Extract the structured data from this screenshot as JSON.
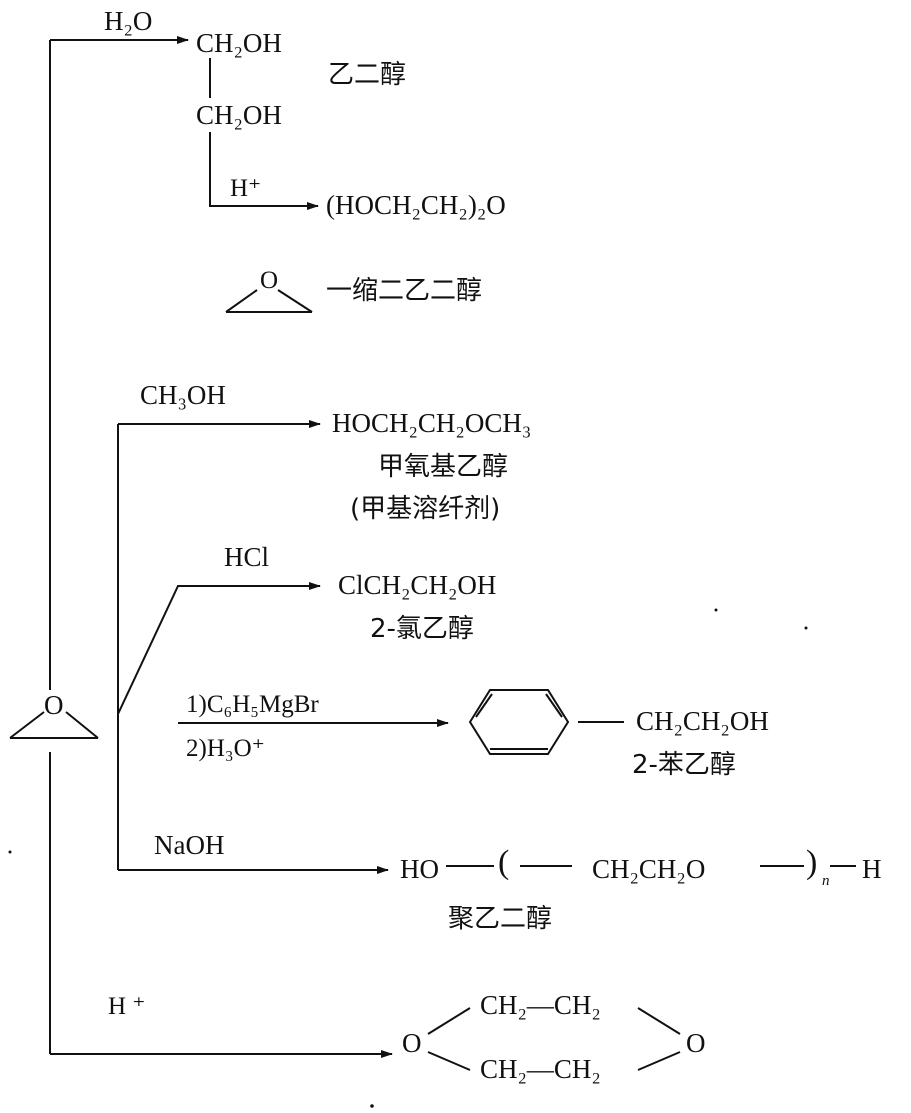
{
  "reagents": {
    "water": "H₂O",
    "h_plus_1": "H⁺",
    "methanol": "CH₃OH",
    "hcl": "HCl",
    "grignard_1": "1)C₆H₅MgBr",
    "grignard_2": "2)H₃O⁺",
    "naoh": "NaOH",
    "h_plus_2": "H ⁺"
  },
  "products": {
    "glycol_top": "CH₂OH",
    "glycol_bottom": "CH₂OH",
    "glycol_name": "乙二醇",
    "diglycol_formula": "(HOCH₂CH₂)₂O",
    "epoxide_o_small": "O",
    "diglycol_name": "一缩二乙二醇",
    "methoxy_formula": "HOCH₂CH₂OCH₃",
    "methoxy_name": "甲氧基乙醇",
    "methoxy_alt": "(甲基溶纤剂)",
    "chloro_formula": "ClCH₂CH₂OH",
    "chloro_name": "2-氯乙醇",
    "phenyl_chain": "CH₂CH₂OH",
    "phenyl_name": "2-苯乙醇",
    "peg_ho": "HO",
    "peg_paren_open": "(",
    "peg_unit": "CH₂CH₂O",
    "peg_paren_close": ")",
    "peg_n": "n",
    "peg_h": "H",
    "peg_name": "聚乙二醇",
    "dioxane_top": "CH₂—CH₂",
    "dioxane_bottom": "CH₂—CH₂",
    "dioxane_o_left": "O",
    "dioxane_o_right": "O"
  },
  "start": {
    "epoxide_o": "O"
  }
}
